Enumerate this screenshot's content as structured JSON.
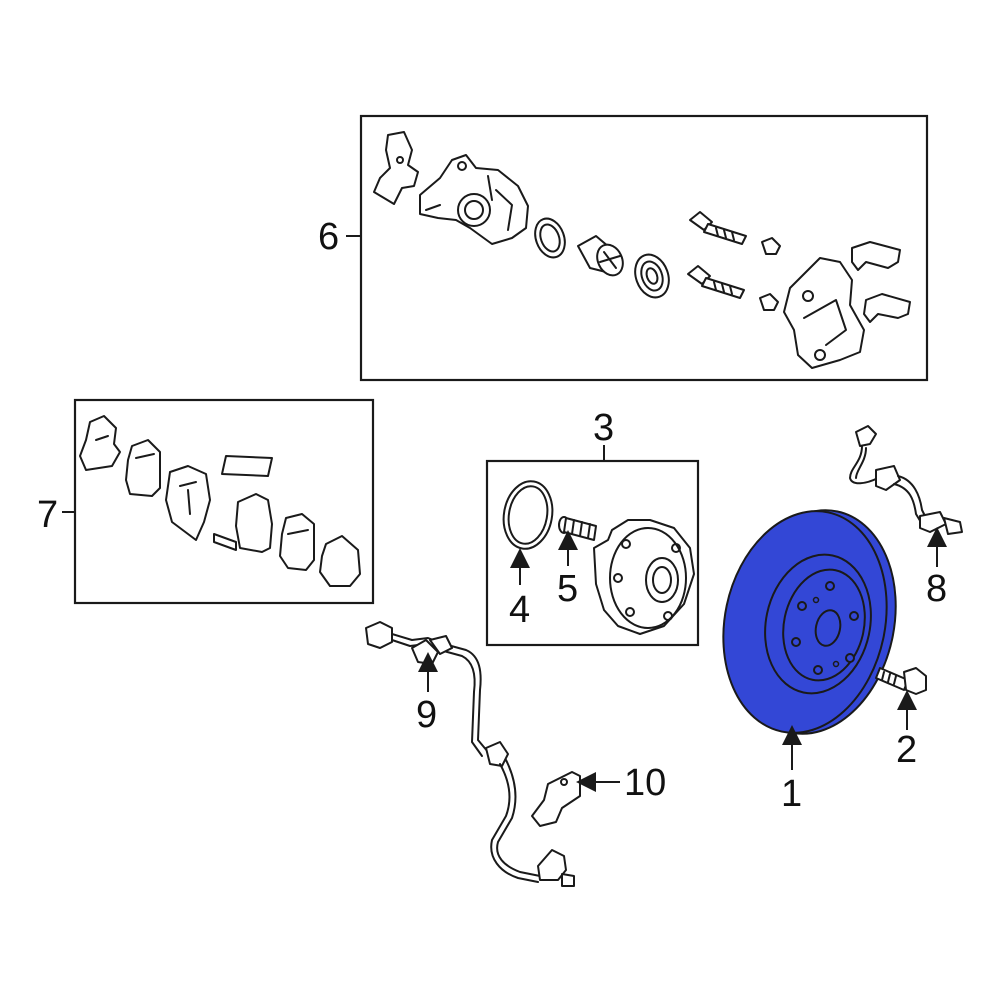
{
  "colors": {
    "highlight": "#3347d6",
    "line": "#1a1a1a",
    "background": "#ffffff"
  },
  "callouts": [
    {
      "id": "c1",
      "label": "1"
    },
    {
      "id": "c2",
      "label": "2"
    },
    {
      "id": "c3",
      "label": "3"
    },
    {
      "id": "c4",
      "label": "4"
    },
    {
      "id": "c5",
      "label": "5"
    },
    {
      "id": "c6",
      "label": "6"
    },
    {
      "id": "c7",
      "label": "7"
    },
    {
      "id": "c8",
      "label": "8"
    },
    {
      "id": "c9",
      "label": "9"
    },
    {
      "id": "c10",
      "label": "10"
    }
  ],
  "highlighted_part": "1"
}
